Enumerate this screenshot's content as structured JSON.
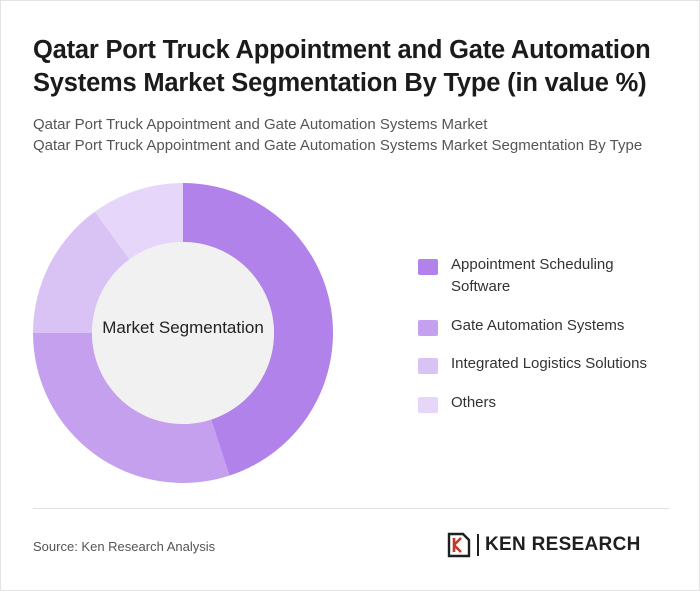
{
  "title": "Qatar Port Truck Appointment and Gate Automation Systems Market Segmentation By Type (in value %)",
  "subtitle_line1": "Qatar Port Truck Appointment and Gate Automation Systems Market",
  "subtitle_line2": "Qatar Port Truck Appointment and Gate Automation Systems Market Segmentation By Type",
  "center_label": "Market Segmentation",
  "source": "Source: Ken Research Analysis",
  "brand": "KEN RESEARCH",
  "chart_data": {
    "type": "pie",
    "donut": true,
    "title": "Qatar Port Truck Appointment and Gate Automation Systems Market Segmentation By Type (in value %)",
    "categories": [
      "Appointment Scheduling Software",
      "Gate Automation Systems",
      "Integrated Logistics Solutions",
      "Others"
    ],
    "values": [
      45,
      30,
      15,
      10
    ],
    "colors": [
      "#b082ea",
      "#c4a0ef",
      "#d9c3f5",
      "#e6d6f9"
    ],
    "legend": "right"
  }
}
